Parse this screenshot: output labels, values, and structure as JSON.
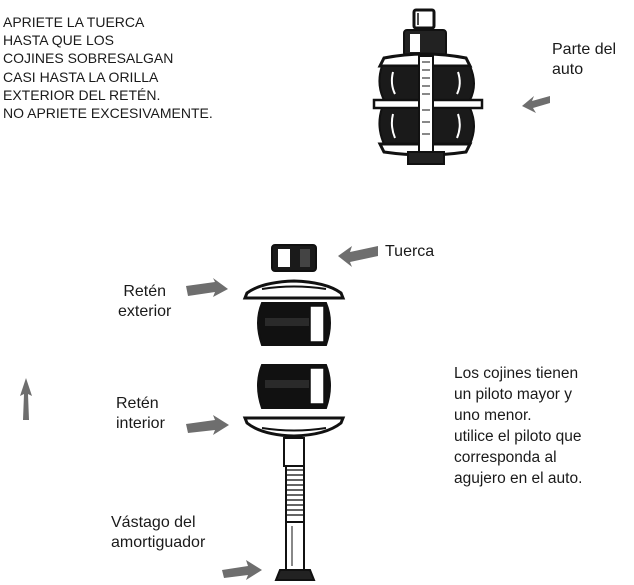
{
  "instructions": [
    "APRIETE LA TUERCA",
    "HASTA QUE LOS",
    "COJINES SOBRESALGAN",
    "CASI HASTA LA ORILLA",
    "EXTERIOR DEL RETÉN.",
    "NO APRIETE EXCESIVAMENTE."
  ],
  "labels": {
    "car_part": [
      "Parte del",
      "auto"
    ],
    "nut": "Tuerca",
    "outer_retainer": [
      "Retén",
      "exterior"
    ],
    "inner_retainer": [
      "Retén",
      "interior"
    ],
    "shock_rod": [
      "Vástago del",
      "amortiguador"
    ]
  },
  "note": [
    "Los cojines tienen",
    "un piloto mayor y",
    "uno menor.",
    "utilice el piloto que",
    "corresponda al",
    "agujero en el auto."
  ],
  "colors": {
    "arrow": "#6e6e6e",
    "ink": "#111111"
  }
}
